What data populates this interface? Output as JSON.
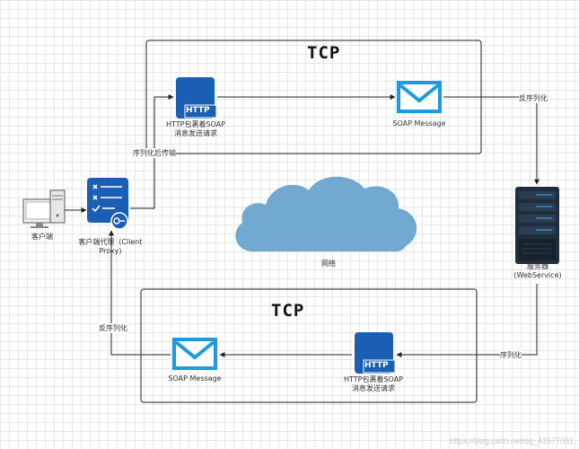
{
  "diagram": {
    "tcp_top_title": "TCP",
    "tcp_bottom_title": "TCP",
    "http_top_label_line1": "HTTP包裹着SOAP",
    "http_top_label_line2": "消息发送请求",
    "http_bottom_label_line1": "HTTP包裹着SOAP",
    "http_bottom_label_line2": "消息发送请求",
    "http_badge": "HTTP",
    "soap_top_label": "SOAP Message",
    "soap_bottom_label": "SOAP Message",
    "serialize_send_label": "序列化后传输",
    "deserialize_top_label": "反序列化",
    "serialize_bottom_label": "序列化",
    "deserialize_left_label": "反序列化",
    "client_label": "客户端",
    "proxy_label_line1": "客户端代理（Client",
    "proxy_label_line2": "Proxy)",
    "network_label": "网络",
    "server_label_line1": "服务器",
    "server_label_line2": "(WebService)",
    "watermark": "https://blog.csdn.net/qq_41577031"
  },
  "colors": {
    "icon_blue": "#1a5fb4",
    "envelope_blue": "#1e9be0",
    "cloud": "#71a9d1",
    "server_dark": "#1f2e3d",
    "server_accent": "#3b86c6"
  },
  "icons": [
    "computer-icon",
    "client-proxy-icon",
    "http-document-icon",
    "envelope-icon",
    "cloud-icon",
    "server-icon"
  ]
}
